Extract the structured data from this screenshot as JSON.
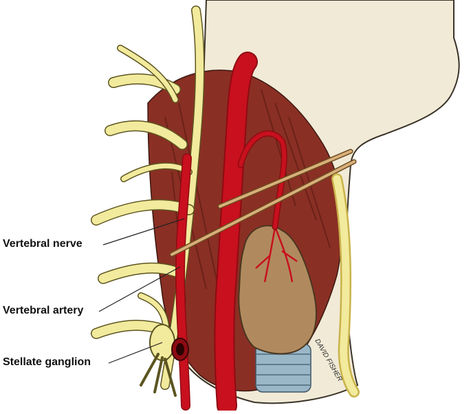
{
  "labels": {
    "vertebral_nerve": "Vertebral nerve",
    "vertebral_artery": "Vertebral artery",
    "stellate_ganglion": "Stellate ganglion"
  },
  "signature": "DAVID FISHER",
  "colors": {
    "skin": "#f1ead7",
    "skin_outline": "#3a3328",
    "nerve": "#f2ea9c",
    "nerve_outline": "#5c5420",
    "artery": "#c8101e",
    "artery_dark": "#8e0b12",
    "muscle": "#8a2f24",
    "thyroid": "#b08a5e",
    "trachea": "#9ab7c8",
    "retractor": "#d9b07a",
    "leader_line": "#222222"
  }
}
